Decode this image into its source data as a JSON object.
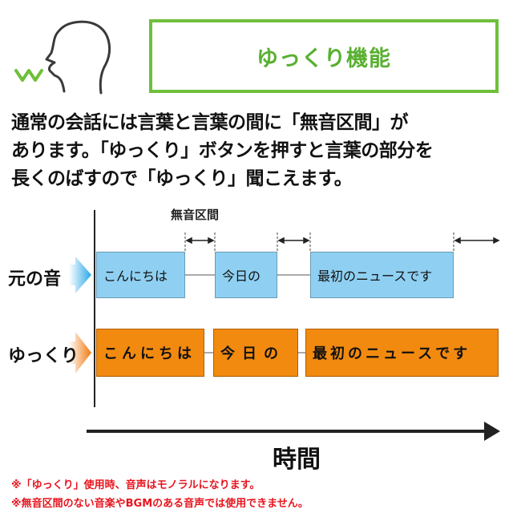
{
  "title": "ゆっくり機能",
  "description": {
    "line1": "通常の会話には言葉と言葉の間に「無音区間」が",
    "line2": "あります。「ゆっくり」ボタンを押すと言葉の部分を",
    "line3": "長くのばすので「ゆっくり」聞こえます。"
  },
  "diagram": {
    "gap_label": "無音区間",
    "original": {
      "label": "元の音",
      "segments": [
        "こんにちは",
        "今日の",
        "最初のニュースです"
      ]
    },
    "slow": {
      "label": "ゆっくり",
      "segments": [
        "こんにちは",
        "今日の",
        "最初のニュースです"
      ]
    },
    "axis_label": "時間"
  },
  "notes": [
    "※「ゆっくり」使用時、音声はモノラルになります。",
    "※無音区間のない音楽やBGMのある音声では使用できません。"
  ],
  "colors": {
    "green": "#6fbf3a",
    "blue_fill": "#8fd0f2",
    "orange_fill": "#f28a10",
    "note_red": "#e8141e"
  }
}
